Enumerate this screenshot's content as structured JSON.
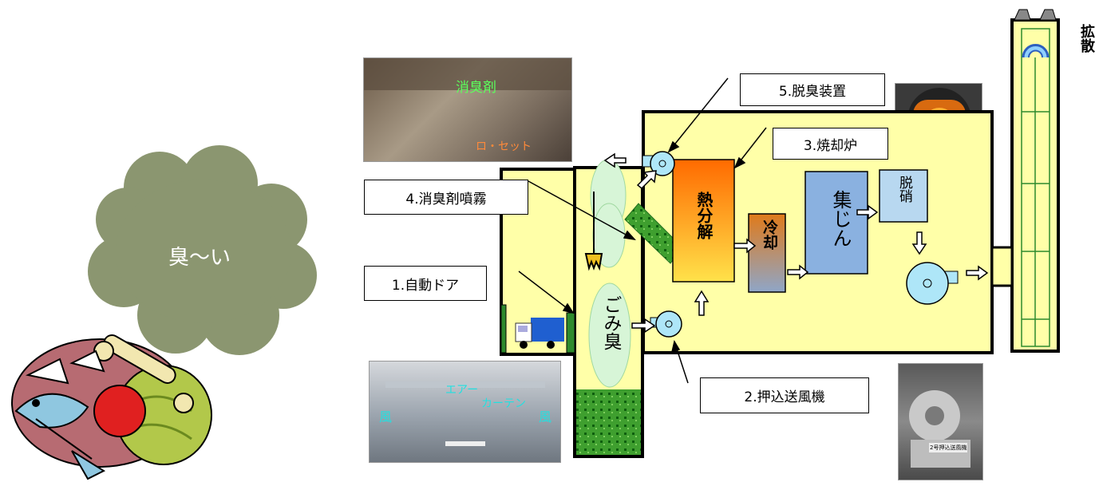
{
  "left": {
    "cloud_text": "臭〜い"
  },
  "photos": {
    "pit": {
      "overlay_top": "消臭剤",
      "overlay_bottom": "ロ・セット"
    },
    "platform": {
      "overlay_top": "エアー",
      "overlay_mid": "カーテン",
      "overlay_left": "風",
      "overlay_right": "風"
    },
    "fan": {
      "plate": "2号押込送風機"
    }
  },
  "labels": {
    "deodorizer": "5.脱臭装置",
    "incinerator": "3.焼却炉",
    "spray": "4.消臭剤噴霧",
    "auto_door": "1.自動ドア",
    "forced_fan": "2.押込送風機"
  },
  "plant": {
    "pyrolysis": "熱分解",
    "cooling": "冷却",
    "dust": "集じん",
    "denox": "脱硝",
    "garbage_smell": "ごみ臭",
    "diffusion": "拡散"
  },
  "colors": {
    "yellow_bg": "#ffffa8",
    "cloud_grey": "#8b9670",
    "furnace_orange": "#ff7f00",
    "dust_blue": "#8ab1e0",
    "green_pile": "#3f9f2f",
    "mist_green": "#d7f5d7"
  }
}
